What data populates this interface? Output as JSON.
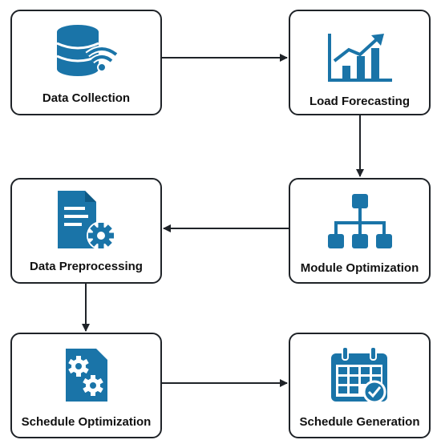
{
  "colors": {
    "accent": "#1a74a8",
    "border": "#1f2328",
    "text": "#111111"
  },
  "nodes": {
    "data_collection": {
      "label": "Data Collection",
      "icon": "database-wifi-icon"
    },
    "load_forecasting": {
      "label": "Load Forecasting",
      "icon": "bar-chart-trend-icon"
    },
    "data_preprocessing": {
      "label": "Data Preprocessing",
      "icon": "document-gear-icon"
    },
    "module_optimization": {
      "label": "Module Optimization",
      "icon": "hierarchy-icon"
    },
    "schedule_optimization": {
      "label": "Schedule Optimization",
      "icon": "gears-icon"
    },
    "schedule_generation": {
      "label": "Schedule Generation",
      "icon": "calendar-check-icon"
    }
  },
  "edges": [
    {
      "from": "Data Collection",
      "to": "Load Forecasting"
    },
    {
      "from": "Load Forecasting",
      "to": "Module Optimization"
    },
    {
      "from": "Module Optimization",
      "to": "Data Preprocessing"
    },
    {
      "from": "Data Preprocessing",
      "to": "Schedule Optimization"
    },
    {
      "from": "Schedule Optimization",
      "to": "Schedule Generation"
    }
  ]
}
